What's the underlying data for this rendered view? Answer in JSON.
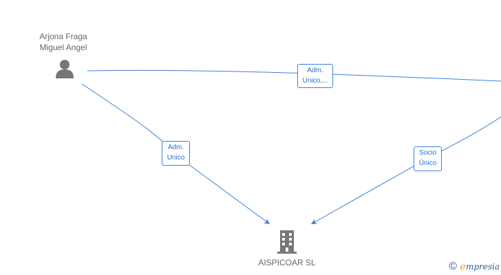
{
  "persons": [
    {
      "name_line1": "Arjona Fraga",
      "name_line2": "Miguel Angel",
      "icon": "person-icon"
    }
  ],
  "company": {
    "name": "AISPICOAR  SL",
    "icon": "building-icon"
  },
  "edges": [
    {
      "line1": "Adm.",
      "line2": "Unico,..."
    },
    {
      "line1": "Adm.",
      "line2": "Unico"
    },
    {
      "line1": "Socio",
      "line2": "Único"
    }
  ],
  "brand": {
    "copyright": "©",
    "letter": "e",
    "rest": "mpresia"
  },
  "colors": {
    "edge": "#3d7fd6",
    "icon": "#777777",
    "label_text": "#2c6fc8"
  }
}
